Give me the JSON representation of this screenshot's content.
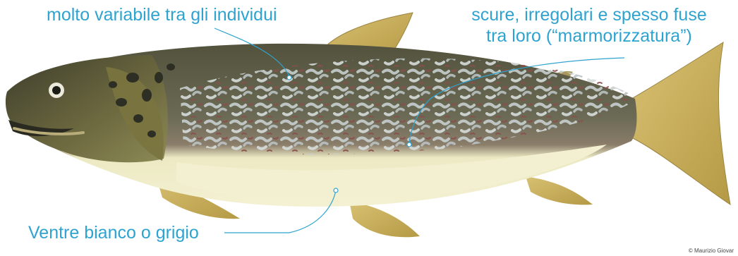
{
  "annotations": {
    "variability_label": "molto variabile tra gli individui",
    "marbling_label_line1": "scure, irregolari e spesso fuse",
    "marbling_label_line2": "tra loro (“marmorizzatura”)",
    "belly_label": "Ventre bianco o grigio"
  },
  "credit": "© Maurizio Giovar",
  "colors": {
    "label": "#2fa3d0",
    "leader_line": "#2fa3d0",
    "fin": "#c9b25e",
    "belly": "#f1eecb",
    "back": "#5e5f46",
    "marbling": "#a9b3b5"
  }
}
